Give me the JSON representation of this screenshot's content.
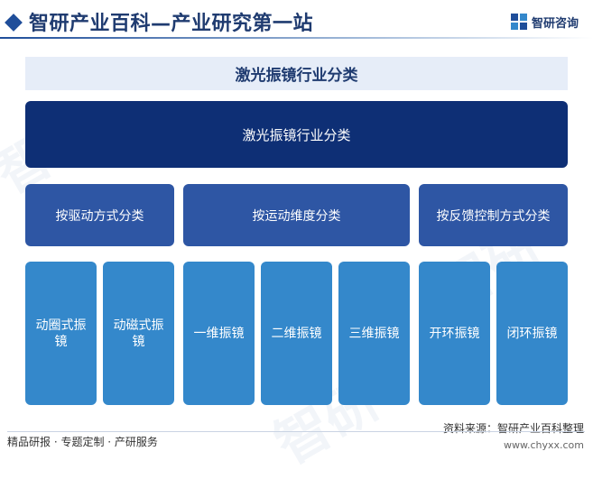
{
  "header": {
    "title": "智研产业百科—产业研究第一站",
    "logo_text": "智研咨询",
    "logo_icon": "zhiyan-logo-icon"
  },
  "diagram": {
    "title": "激光振镜行业分类",
    "root": "激光振镜行业分类",
    "groups": [
      {
        "label": "按驱动方式分类",
        "children": [
          "动圈式振镜",
          "动磁式振镜"
        ]
      },
      {
        "label": "按运动维度分类",
        "children": [
          "一维振镜",
          "二维振镜",
          "三维振镜"
        ]
      },
      {
        "label": "按反馈控制方式分类",
        "children": [
          "开环振镜",
          "闭环振镜"
        ]
      }
    ]
  },
  "footer": {
    "left": "精品研报 · 专题定制 · 产研服务",
    "source": "资料来源：智研产业百科整理",
    "url": "www.chyxx.com"
  },
  "colors": {
    "root": "#0e2f75",
    "level2": "#2e56a4",
    "level3": "#3488cb",
    "subtitle_band": "#e6edf8",
    "accent": "#1f4e9a"
  }
}
